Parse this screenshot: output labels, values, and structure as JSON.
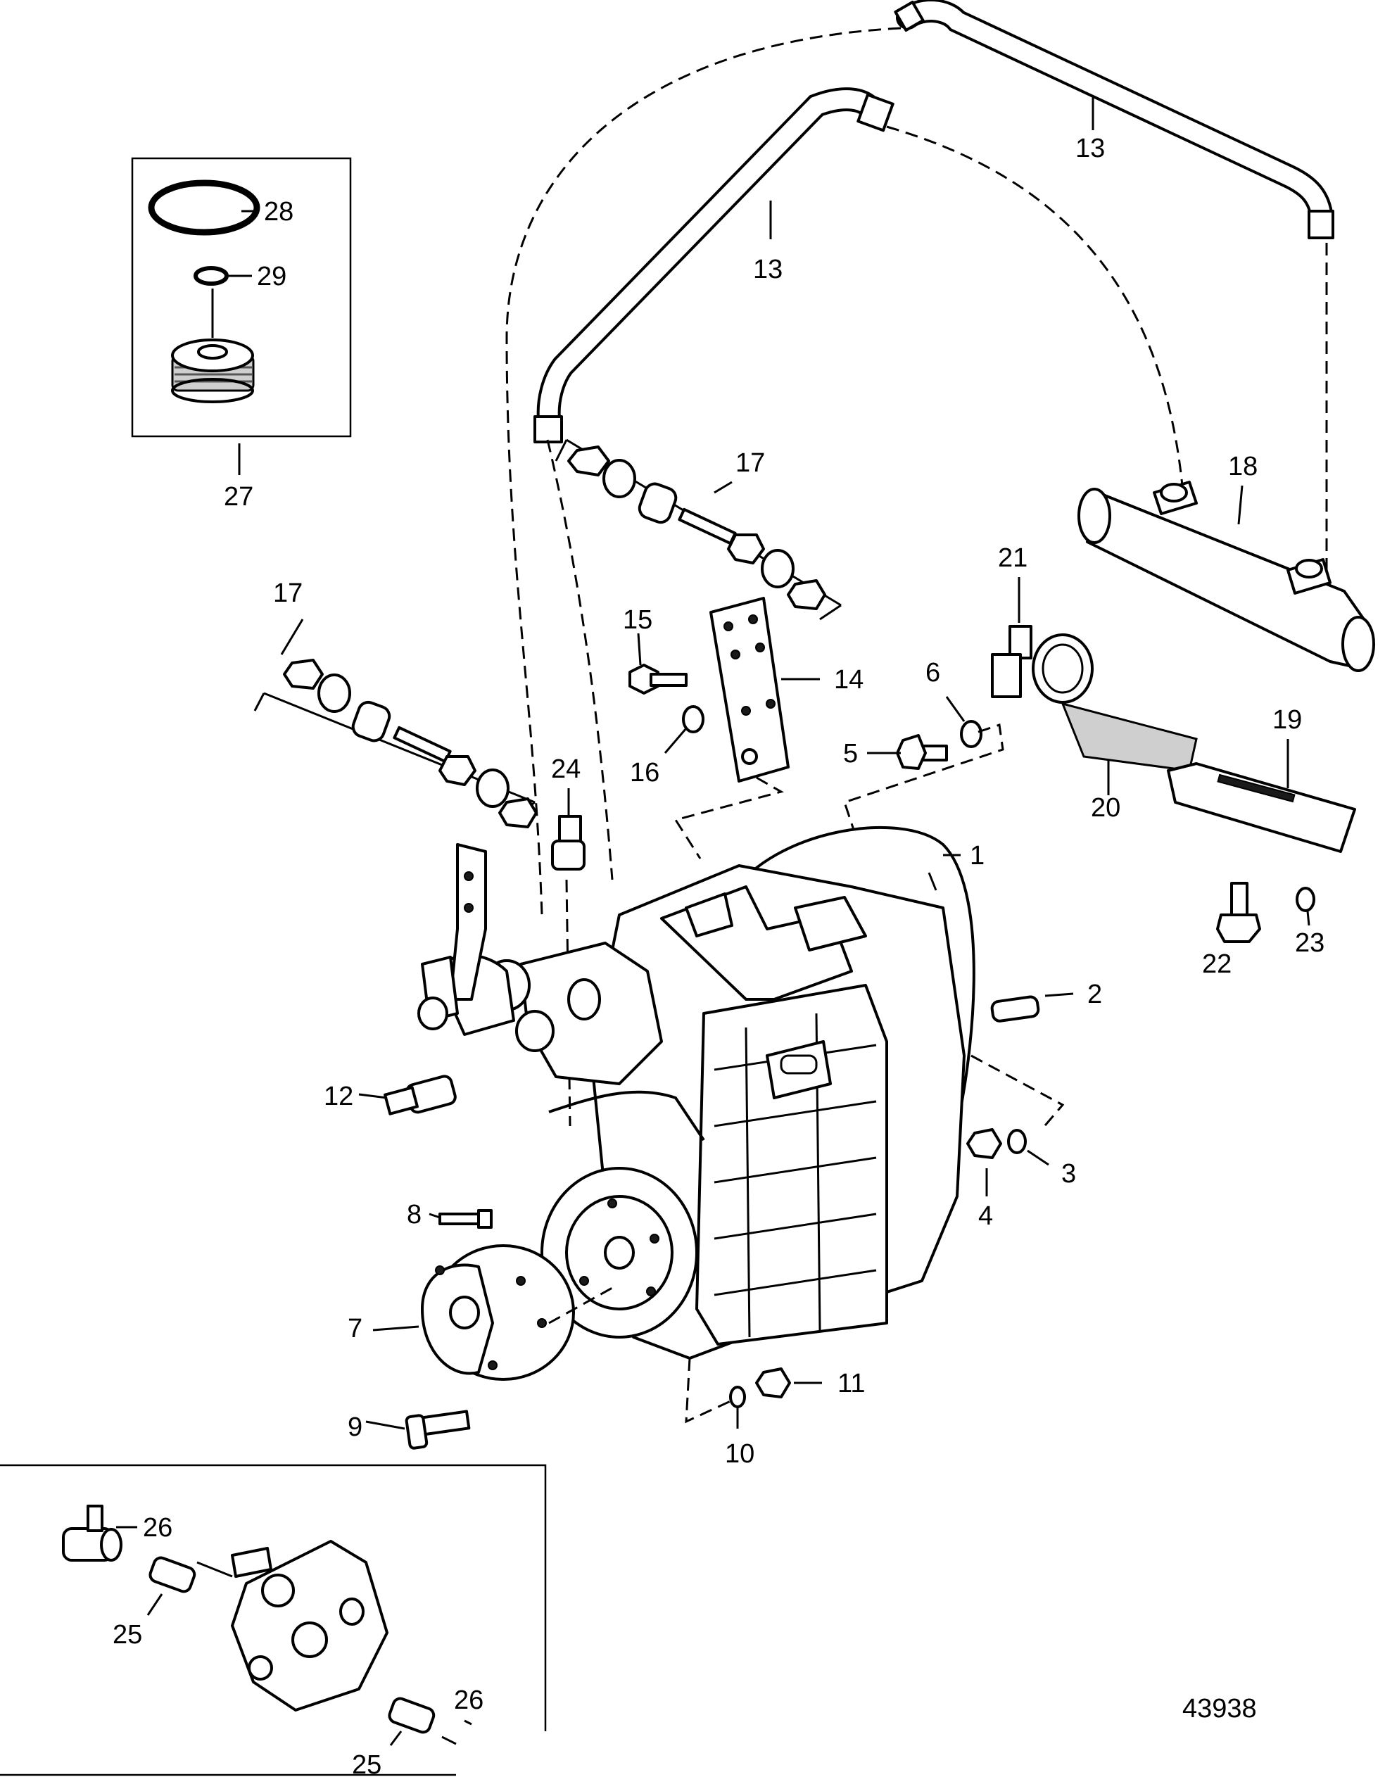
{
  "figure_number": "43938",
  "callouts": {
    "c1": "1",
    "c2": "2",
    "c3": "3",
    "c4": "4",
    "c5": "5",
    "c6": "6",
    "c7": "7",
    "c8": "8",
    "c9": "9",
    "c10": "10",
    "c11": "11",
    "c12": "12",
    "c13a": "13",
    "c13b": "13",
    "c14": "14",
    "c15": "15",
    "c16": "16",
    "c17a": "17",
    "c17b": "17",
    "c18": "18",
    "c19": "19",
    "c20": "20",
    "c21": "21",
    "c22": "22",
    "c23": "23",
    "c24": "24",
    "c25a": "25",
    "c25b": "25",
    "c26a": "26",
    "c26b": "26",
    "c27": "27",
    "c28": "28",
    "c29": "29"
  }
}
